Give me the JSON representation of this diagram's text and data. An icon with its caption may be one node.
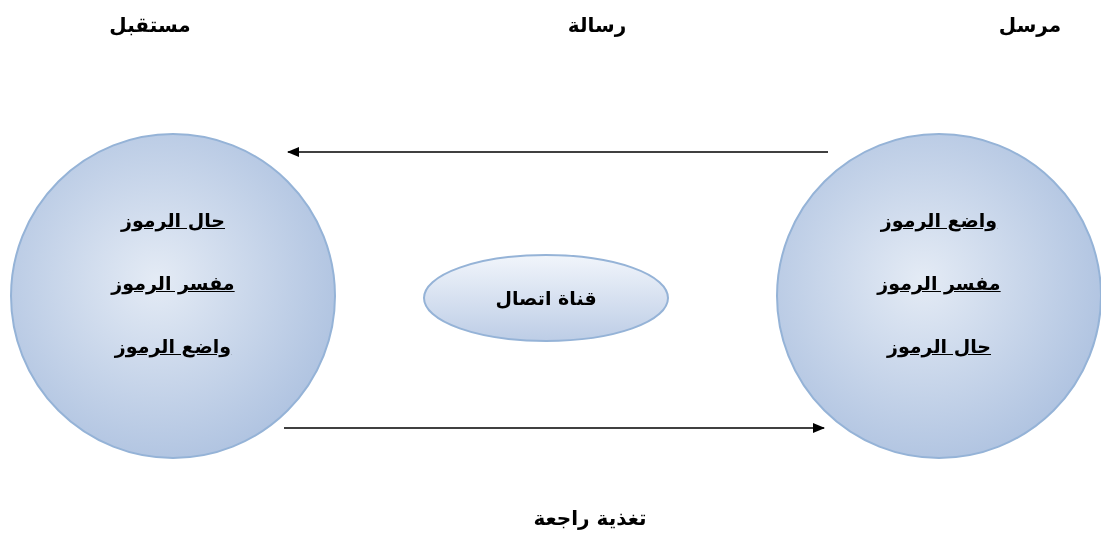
{
  "diagram": {
    "nodes": [
      {
        "text": [
          "واضع الرموز",
          "مفسر الرموز",
          "حال الرموز"
        ]
      },
      {
        "text": [
          "قناة اتصال"
        ]
      },
      {
        "text": [
          "حال الرموز",
          "مفسر الرموز",
          "واضع الرموز"
        ]
      }
    ],
    "edges": [
      {
        "from": 0,
        "to": 2,
        "arrow": "to"
      },
      {
        "from": 2,
        "to": 0,
        "arrow": "to"
      }
    ],
    "labels": [
      "مستقبل",
      "رسالة",
      "مرسل",
      "تغذية راجعة"
    ]
  }
}
